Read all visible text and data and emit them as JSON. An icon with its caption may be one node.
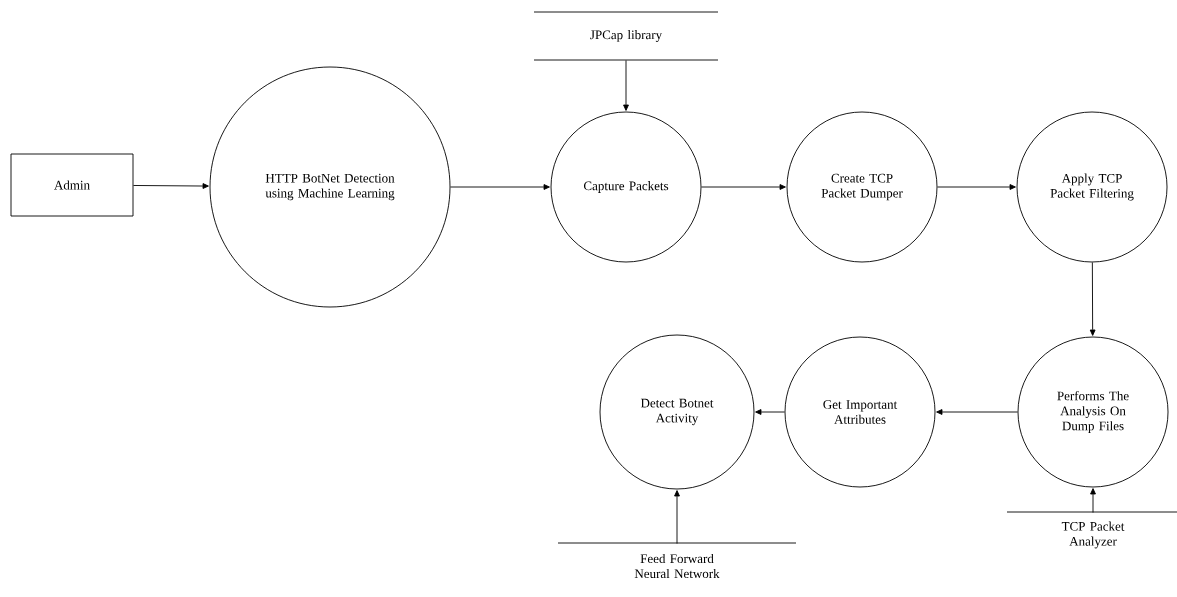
{
  "diagram": {
    "nodes": [
      {
        "text": [
          "Admin"
        ]
      },
      {
        "text": [
          "HTTP BotNet Detection using Machine Learning"
        ]
      },
      {
        "text": [
          "JPCap library"
        ]
      },
      {
        "text": [
          "Capture Packets"
        ]
      },
      {
        "text": [
          "Create TCP Packet Dumper"
        ]
      },
      {
        "text": [
          "Apply TCP Packet Filtering"
        ]
      },
      {
        "text": [
          "Performs The Analysis On Dump Files"
        ]
      },
      {
        "text": [
          "Get Important Attributes"
        ]
      },
      {
        "text": [
          "Detect Botnet Activity"
        ]
      },
      {
        "text": [
          "TCP Packet Analyzer"
        ]
      },
      {
        "text": [
          "Feed Forward Neural Network"
        ]
      }
    ],
    "edges": [
      {
        "from": 0,
        "to": 1,
        "arrow": "to"
      },
      {
        "from": 1,
        "to": 3,
        "arrow": "to"
      },
      {
        "from": 2,
        "to": 3,
        "arrow": "to"
      },
      {
        "from": 3,
        "to": 4,
        "arrow": "to"
      },
      {
        "from": 4,
        "to": 5,
        "arrow": "to"
      },
      {
        "from": 5,
        "to": 6,
        "arrow": "to"
      },
      {
        "from": 6,
        "to": 7,
        "arrow": "to"
      },
      {
        "from": 7,
        "to": 8,
        "arrow": "to"
      },
      {
        "from": 9,
        "to": 6,
        "arrow": "to"
      },
      {
        "from": 10,
        "to": 8,
        "arrow": "to"
      }
    ]
  }
}
